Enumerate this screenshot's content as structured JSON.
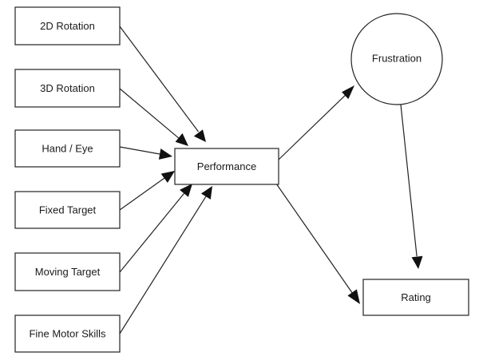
{
  "diagram": {
    "nodes": {
      "rotation_2d": {
        "label": "2D Rotation"
      },
      "rotation_3d": {
        "label": "3D Rotation"
      },
      "hand_eye": {
        "label": "Hand / Eye"
      },
      "fixed_target": {
        "label": "Fixed Target"
      },
      "moving_target": {
        "label": "Moving Target"
      },
      "fine_motor": {
        "label": "Fine Motor Skills"
      },
      "performance": {
        "label": "Performance"
      },
      "frustration": {
        "label": "Frustration"
      },
      "rating": {
        "label": "Rating"
      }
    },
    "edges": [
      {
        "from": "2D Rotation",
        "to": "Performance"
      },
      {
        "from": "3D Rotation",
        "to": "Performance"
      },
      {
        "from": "Hand / Eye",
        "to": "Performance"
      },
      {
        "from": "Fixed Target",
        "to": "Performance"
      },
      {
        "from": "Moving Target",
        "to": "Performance"
      },
      {
        "from": "Fine Motor Skills",
        "to": "Performance"
      },
      {
        "from": "Performance",
        "to": "Frustration"
      },
      {
        "from": "Performance",
        "to": "Rating"
      },
      {
        "from": "Frustration",
        "to": "Rating"
      }
    ],
    "colors": {
      "stroke": "#222222",
      "fill": "#ffffff",
      "text": "#1a1a1a"
    }
  }
}
